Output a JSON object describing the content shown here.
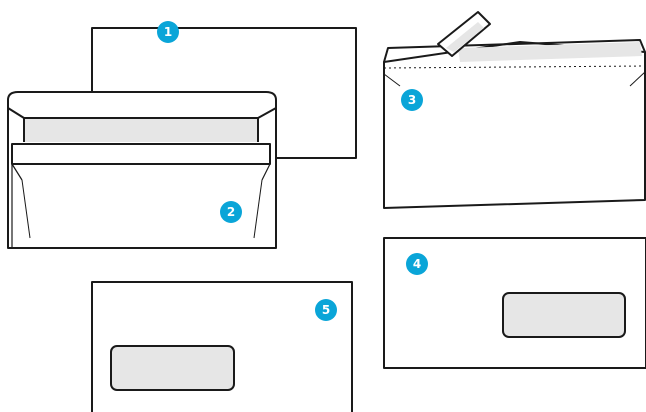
{
  "colors": {
    "outline": "#1a1a1a",
    "paper": "#ffffff",
    "window_fill": "#e6e6e6",
    "badge": "#0aa5d8",
    "badge_text": "#ffffff"
  },
  "items": [
    {
      "id": "1",
      "label": "1",
      "description_shape": "plain sheet behind envelope"
    },
    {
      "id": "2",
      "label": "2",
      "description_shape": "envelope with open flap"
    },
    {
      "id": "3",
      "label": "3",
      "description_shape": "peel-and-seal envelope"
    },
    {
      "id": "4",
      "label": "4",
      "description_shape": "window envelope, window right"
    },
    {
      "id": "5",
      "label": "5",
      "description_shape": "window envelope, window left"
    }
  ]
}
